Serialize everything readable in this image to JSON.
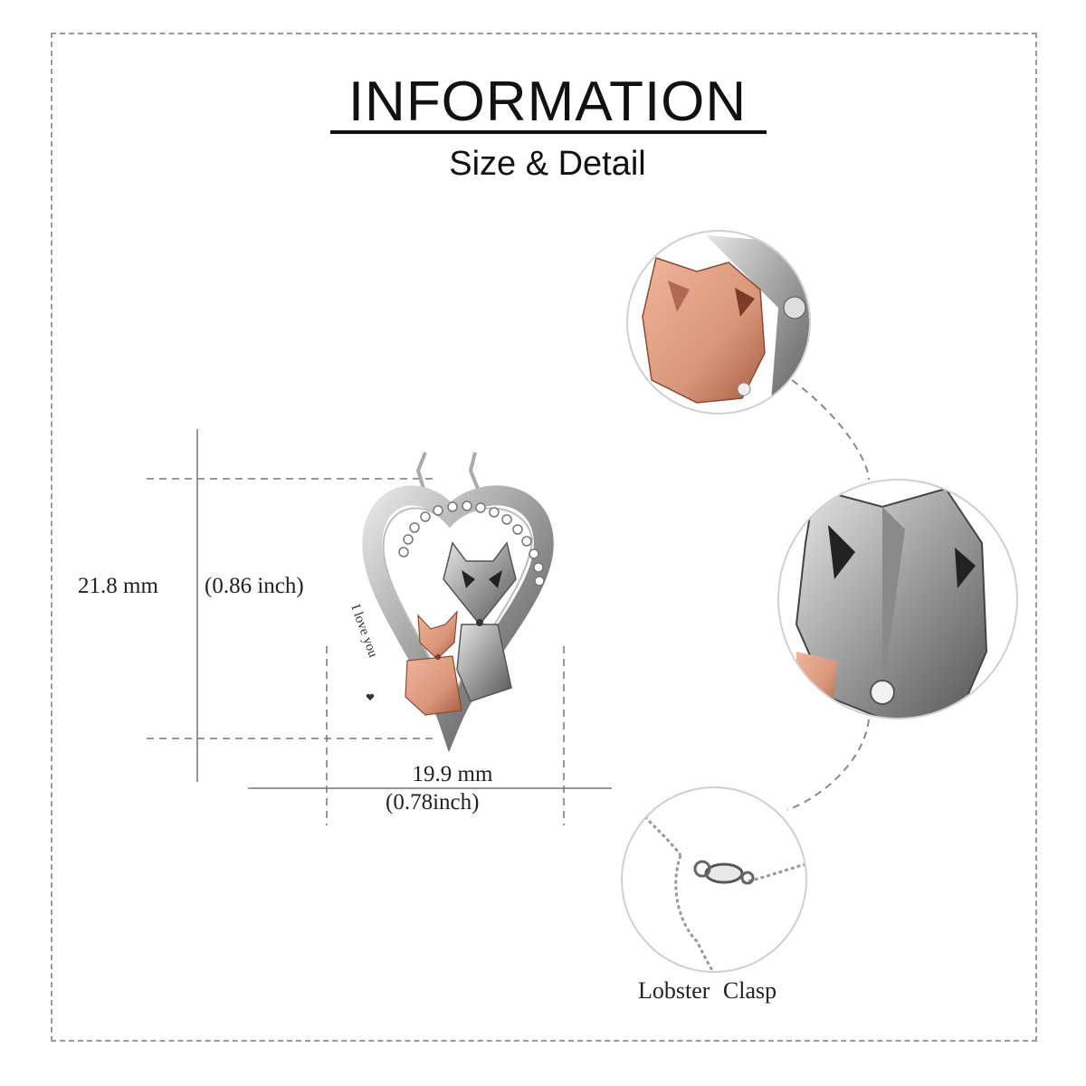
{
  "header": {
    "title": "INFORMATION",
    "subtitle": "Size & Detail"
  },
  "dimensions": {
    "height_mm": "21.8 mm",
    "height_inch": "(0.86 inch)",
    "width_mm": "19.9 mm",
    "width_inch": "(0.78inch)"
  },
  "pendant": {
    "engraving": "I love you"
  },
  "details": {
    "clasp_caption": "Lobster  Clasp"
  },
  "colors": {
    "silver": "#b9b9b9",
    "dark_silver": "#6d6d6d",
    "rose_gold": "#d9967a",
    "rose_gold_dark": "#b86a4f",
    "frame": "#9a9a9a"
  }
}
